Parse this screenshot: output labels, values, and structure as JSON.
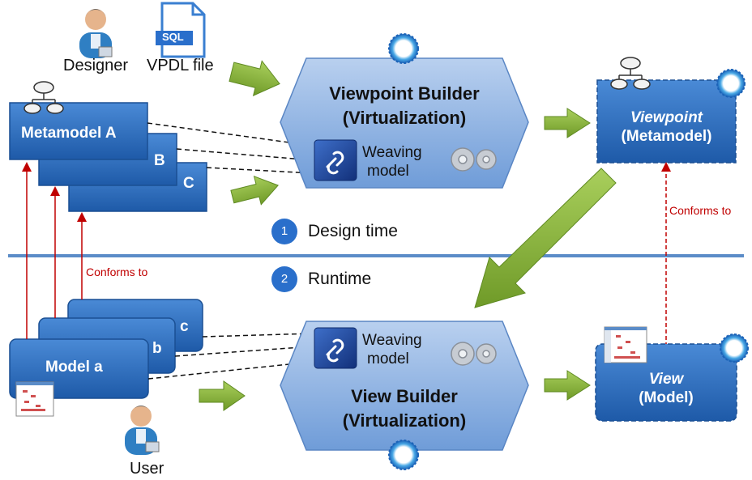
{
  "actors": {
    "designer_label": "Designer",
    "user_label": "User",
    "vpdl_label": "VPDL file",
    "sql_badge": "SQL"
  },
  "metamodels": {
    "a": "Metamodel A",
    "b": "B",
    "c": "C"
  },
  "models": {
    "a": "Model a",
    "b": "b",
    "c": "c"
  },
  "viewpoint_builder": {
    "line1": "Viewpoint Builder",
    "line2": "(Virtualization)",
    "weaving_line1": "Weaving",
    "weaving_line2": "model"
  },
  "view_builder": {
    "line1": "View Builder",
    "line2": "(Virtualization)",
    "weaving_line1": "Weaving",
    "weaving_line2": "model"
  },
  "viewpoint": {
    "line1": "Viewpoint",
    "line2": "(Metamodel)"
  },
  "view": {
    "line1": "View",
    "line2": "(Model)"
  },
  "phases": [
    {
      "number": "1",
      "label": "Design time"
    },
    {
      "number": "2",
      "label": "Runtime"
    }
  ],
  "conforms_to_left": "Conforms to",
  "conforms_to_right": "Conforms to",
  "colors": {
    "box_blue": "#2e6fc0",
    "light_blue": "#8fb3e3",
    "arrow_green": "#8db93f",
    "conform_red": "#c00000",
    "divider": "#5b8cc8"
  }
}
